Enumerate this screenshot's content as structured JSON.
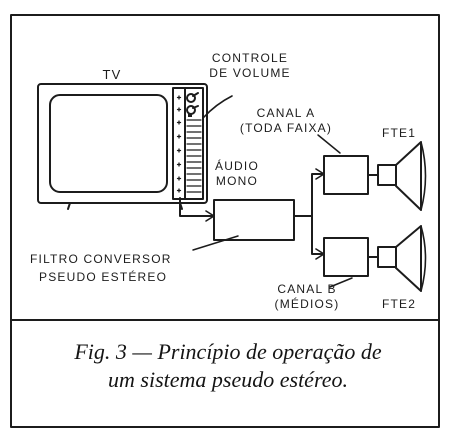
{
  "labels": {
    "tv": "TV",
    "volume_control": [
      "CONTROLE",
      "DE VOLUME"
    ],
    "audio_mono": [
      "ÁUDIO",
      "MONO"
    ],
    "channel_a": [
      "CANAL  A",
      "(TODA FAIXA)"
    ],
    "fte1": "FTE1",
    "filter": [
      "FILTRO CONVERSOR",
      "PSEUDO ESTÉREO"
    ],
    "channel_b": [
      "CANAL  B",
      "(MÉDIOS)"
    ],
    "fte2": "FTE2"
  },
  "caption": {
    "line1": "Fig. 3 — Princípio de operação de",
    "line2": "um sistema pseudo estéreo."
  },
  "colors": {
    "ink": "#1c1c1c",
    "paper": "#ffffff"
  }
}
